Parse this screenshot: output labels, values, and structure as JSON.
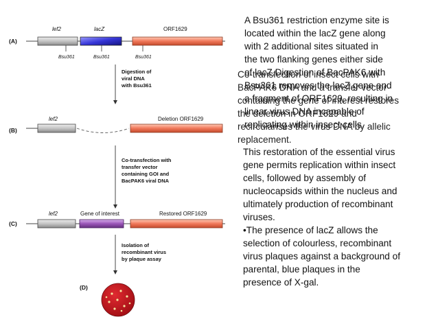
{
  "diagram": {
    "step_a": {
      "label": "(A)",
      "genes": [
        "lef2",
        "lacZ",
        "ORF1629"
      ],
      "sites": [
        "Bsu361",
        "Bsu361",
        "Bsu361"
      ]
    },
    "arrow_1": [
      "Digestion of",
      "viral DNA",
      "with Bsu361"
    ],
    "step_b": {
      "label": "(B)",
      "genes": [
        "lef2",
        "Deletion ORF1629"
      ]
    },
    "arrow_2": [
      "Co-transfection with",
      "transfer vector",
      "containing GOI and",
      "BacPAK6 viral DNA"
    ],
    "step_c": {
      "label": "(C)",
      "genes": [
        "lef2",
        "Gene of interest",
        "Restored ORF1629"
      ]
    },
    "arrow_3": [
      "Isolation of",
      "recombinant virus",
      "by plaque assay"
    ],
    "step_d": {
      "label": "(D)"
    },
    "colors": {
      "grey_block": "#b9b9b9",
      "lacz_blue": "#3a3ad6",
      "orf_salmon": "#f07a5a",
      "goi_purple": "#9a55b8",
      "plaque_red": "#c0141c"
    }
  },
  "text": {
    "para1_lines": [
      "A Bsu361 restriction enzyme site is",
      "located within the lacZ gene along",
      "with 2 additional sites situated in",
      "the two flanking genes either side",
      "of lacZ.Digestion of BacPAK6 with",
      "Bsu361 removes the lacZ gene and",
      "a fragment of ORF1629, resulting in",
      "linear virus DNA incapable of",
      "replicating within insect cells."
    ],
    "para_overlap_lines": [
      "Co-transfection of insect cells with",
      "BacPAK6 DNA and a transfer vector",
      "containing the gene of interest restores",
      "the deletion in ORF1629 and",
      "recircularises the virus DNA by allelic",
      "replacement."
    ],
    "para2_lines": [
      "This restoration of the essential virus",
      "gene permits replication within insect",
      "cells, followed by assembly of",
      "nucleocapsids within the nucleus and",
      "ultimately production of recombinant",
      "viruses."
    ],
    "para3_lines": [
      "•The presence of lacZ allows the",
      "selection of colourless, recombinant",
      "virus plaques against a background of",
      "parental, blue plaques in the",
      "presence of X-gal."
    ]
  }
}
